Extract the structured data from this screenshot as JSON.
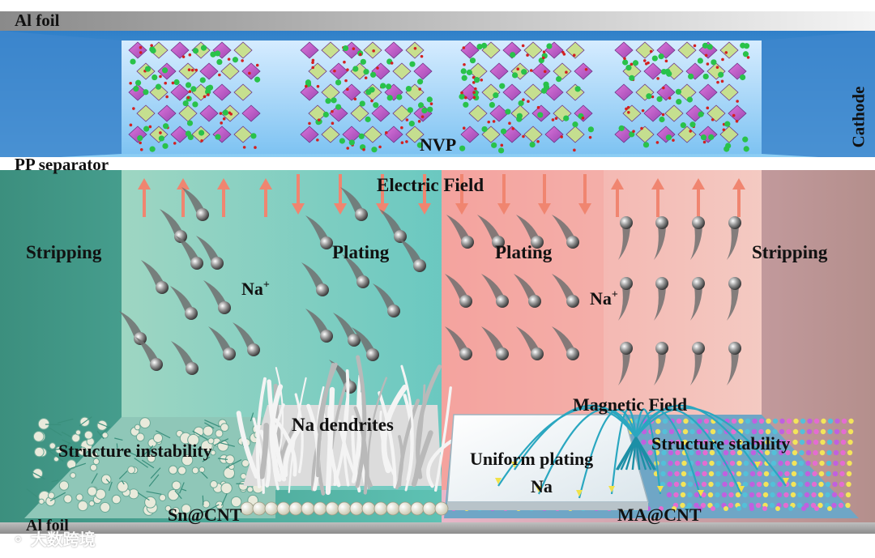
{
  "labels": {
    "al_foil_top": "Al foil",
    "cathode": "Cathode",
    "nvp": "NVP",
    "pp_separator": "PP separator",
    "electric_field": "Electric Field",
    "stripping_left": "Stripping",
    "plating_left": "Plating",
    "plating_right": "Plating",
    "stripping_right": "Stripping",
    "na_ion_left": "Na",
    "na_ion_right": "Na",
    "na_ion_superscript": "+",
    "na_dendrites": "Na dendrites",
    "magnetic_field": "Magnetic Field",
    "structure_instability": "Structure instability",
    "structure_stability": "Structure stability",
    "uniform_plating": "Uniform plating",
    "na_metal": "Na",
    "al_foil_bottom": "Al foil",
    "sn_cnt": "Sn@CNT",
    "ma_cnt": "MA@CNT"
  },
  "watermark": "大数跨境",
  "colors": {
    "cathode_blue": "#5aa8e0",
    "left_cell": "#5fb3a6",
    "right_cell": "#f2b8b0",
    "arrow": "#f08570",
    "field_line": "#2aa7c0"
  }
}
